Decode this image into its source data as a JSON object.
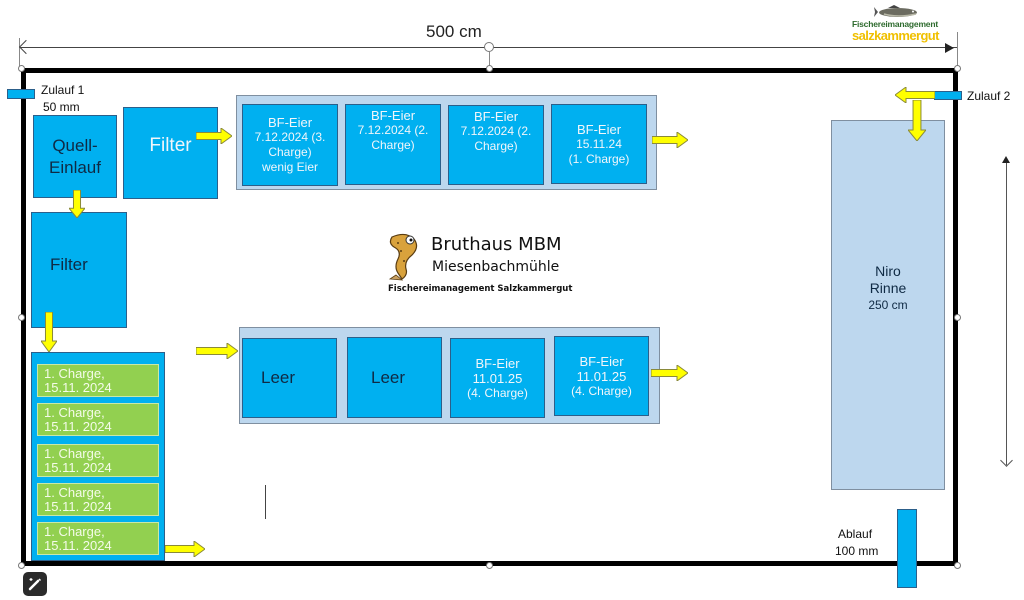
{
  "dimensions": {
    "width_label": "500 cm",
    "niro_length_label": "250 cm"
  },
  "brand": {
    "line1": "Fischereimanagement",
    "line2": "salzkammergut"
  },
  "inlets": {
    "zulauf1_name": "Zulauf 1",
    "zulauf1_size": "50 mm",
    "zulauf2_name": "Zulauf 2",
    "ablauf_name": "Ablauf",
    "ablauf_size": "100 mm"
  },
  "components": {
    "quell_einlauf_line1": "Quell-",
    "quell_einlauf_line2": "Einlauf",
    "filter_top": "Filter",
    "filter_left": "Filter",
    "niro_line1": "Niro",
    "niro_line2": "Rinne"
  },
  "tray_top": {
    "cells": [
      {
        "lines": [
          "BF-Eier",
          "7.12.2024 (3.",
          "Charge)",
          "wenig Eier"
        ]
      },
      {
        "lines": [
          "BF-Eier",
          "7.12.2024 (2.",
          "Charge)"
        ]
      },
      {
        "lines": [
          "BF-Eier",
          "7.12.2024 (2.",
          "Charge)"
        ]
      },
      {
        "lines": [
          "BF-Eier",
          "15.11.24",
          "(1. Charge)"
        ]
      }
    ]
  },
  "tray_bottom": {
    "cells": [
      {
        "lines": [
          "Leer"
        ]
      },
      {
        "lines": [
          "Leer"
        ]
      },
      {
        "lines": [
          "BF-Eier",
          "11.01.25",
          "(4. Charge)"
        ]
      },
      {
        "lines": [
          "BF-Eier",
          "11.01.25",
          "(4. Charge)"
        ]
      }
    ]
  },
  "charges_left": [
    {
      "line1": "1. Charge,",
      "line2": "15.11. 2024"
    },
    {
      "line1": "1. Charge,",
      "line2": "15.11. 2024"
    },
    {
      "line1": "1. Charge,",
      "line2": "15.11. 2024"
    },
    {
      "line1": "1. Charge,",
      "line2": "15.11. 2024"
    },
    {
      "line1": "1. Charge,",
      "line2": "15.11. 2024"
    }
  ],
  "center_logo": {
    "title": "Bruthaus MBM",
    "subtitle": "Miesenbachmühle",
    "org": "Fischereimanagement Salzkammergut"
  },
  "colors": {
    "box_blue": "#00b0f0",
    "tray_blue": "#bdd7ee",
    "arrow_yellow": "#ffff00",
    "charge_green": "#92d050"
  }
}
